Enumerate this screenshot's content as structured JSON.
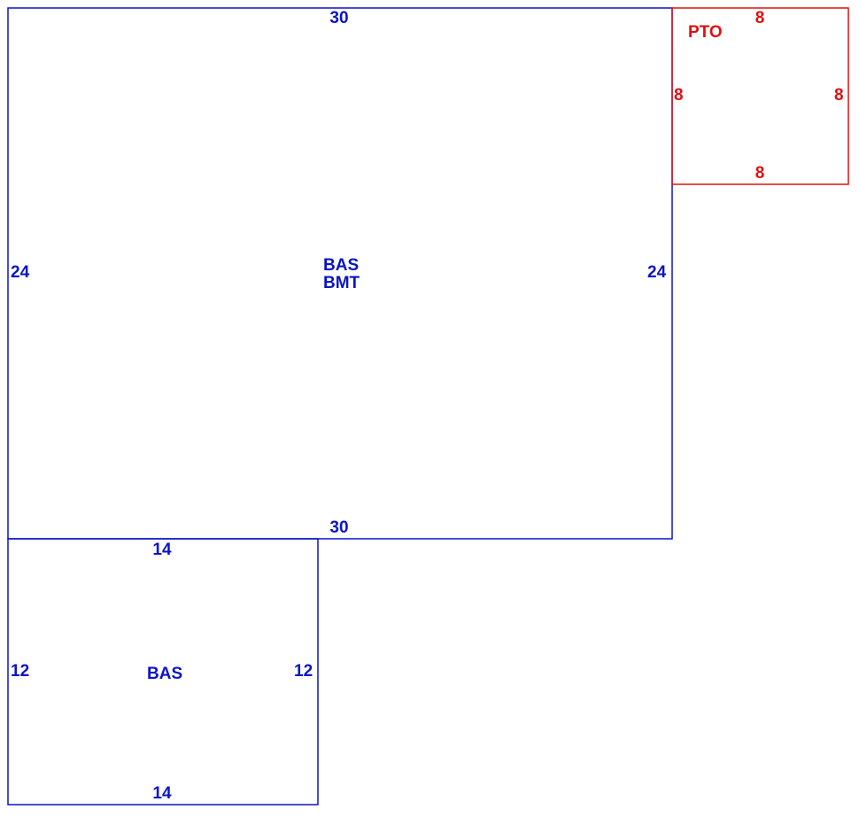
{
  "colors": {
    "living_area": "#0a14c8",
    "porch": "#e01010",
    "background": "#ffffff"
  },
  "areas": {
    "main": {
      "codes": [
        "BAS",
        "BMT"
      ],
      "top": "30",
      "bottom": "30",
      "left": "24",
      "right": "24"
    },
    "addition": {
      "codes": [
        "BAS"
      ],
      "top": "14",
      "bottom": "14",
      "left": "12",
      "right": "12"
    },
    "porch": {
      "codes": [
        "PTO"
      ],
      "top": "8",
      "bottom": "8",
      "left": "8",
      "right": "8"
    }
  }
}
